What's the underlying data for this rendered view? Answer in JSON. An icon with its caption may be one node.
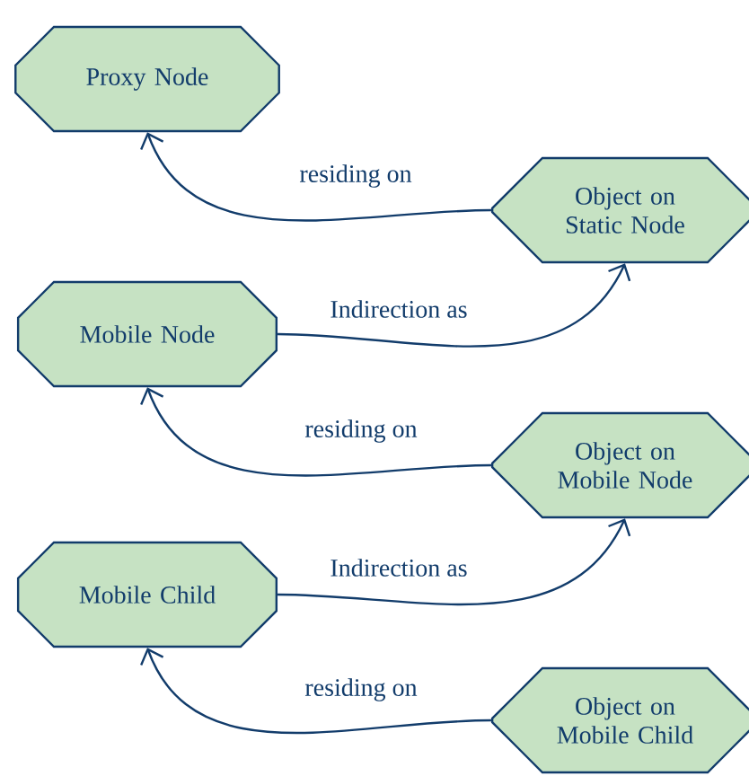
{
  "diagram": {
    "nodes": [
      {
        "text": [
          "Proxy Node"
        ]
      },
      {
        "text": [
          "Object on Static Node"
        ]
      },
      {
        "text": [
          "Mobile Node"
        ]
      },
      {
        "text": [
          "Object on Mobile Node"
        ]
      },
      {
        "text": [
          "Mobile Child"
        ]
      },
      {
        "text": [
          "Object on Mobile Child"
        ]
      }
    ],
    "edges": [
      {
        "from": 1,
        "to": 0,
        "arrow": "to",
        "label": "residing on"
      },
      {
        "from": 2,
        "to": 1,
        "arrow": "to",
        "label": "Indirection as"
      },
      {
        "from": 3,
        "to": 2,
        "arrow": "to",
        "label": "residing on"
      },
      {
        "from": 4,
        "to": 3,
        "arrow": "to",
        "label": "Indirection as"
      },
      {
        "from": 5,
        "to": 4,
        "arrow": "to",
        "label": "residing on"
      }
    ]
  }
}
